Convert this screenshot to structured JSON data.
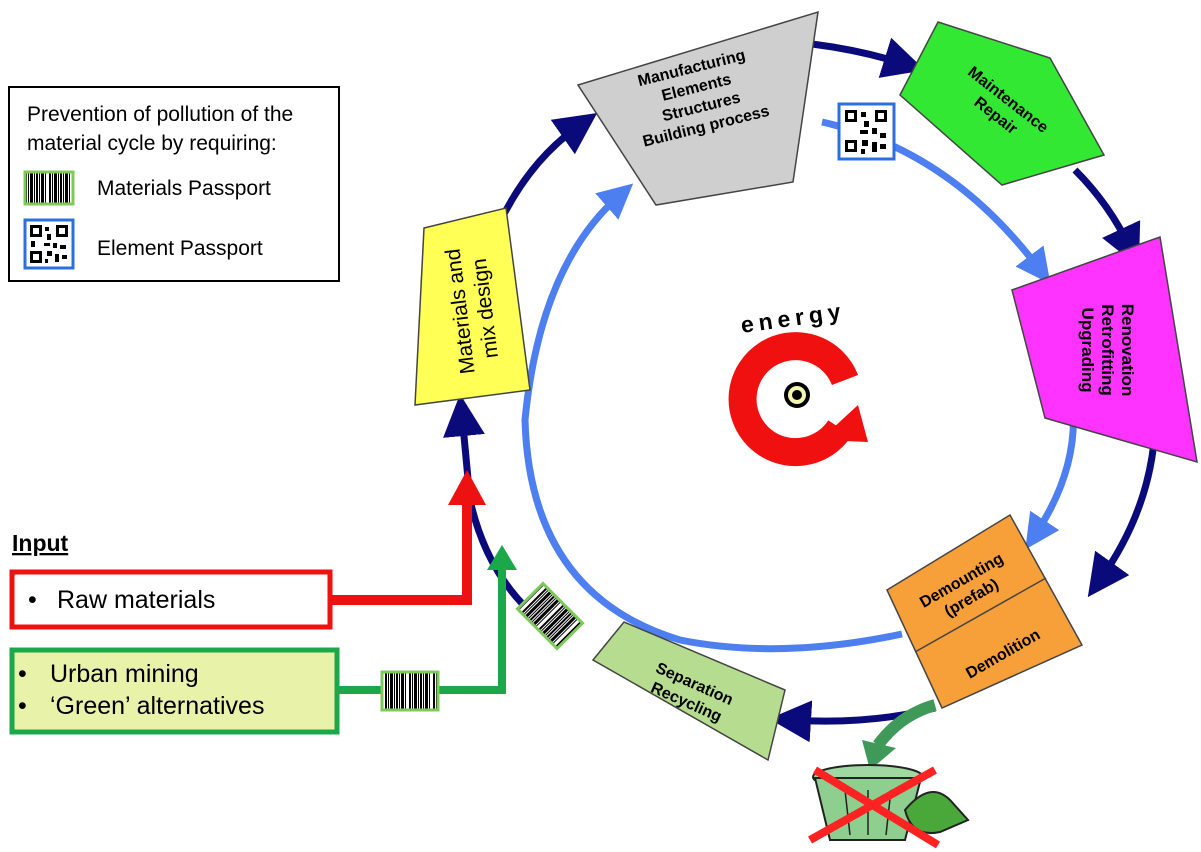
{
  "legend": {
    "title_line1": "Prevention of pollution of the",
    "title_line2": "material cycle by requiring:",
    "materials_passport": "Materials Passport",
    "element_passport": "Element Passport"
  },
  "input": {
    "heading": "Input",
    "raw": "Raw materials",
    "urban_mining": "Urban mining",
    "green_alternatives": "‘Green’ alternatives",
    "bullet": "•"
  },
  "stages": {
    "manufacturing": [
      "Manufacturing",
      "Elements",
      "Structures",
      "Building process"
    ],
    "maintenance": [
      "Maintenance",
      "Repair"
    ],
    "renovation": [
      "Renovation",
      "Retrofitting",
      "Upgrading"
    ],
    "demounting": [
      "Demounting",
      "(prefab)"
    ],
    "demolition": "Demolition",
    "separation": [
      "Separation",
      "Recycling"
    ],
    "materials_mix": [
      "Materials and",
      "mix design"
    ]
  },
  "center": {
    "energy": "energy"
  },
  "colors": {
    "outer_cycle": "#0a0a7a",
    "inner_cycle": "#4d7ff0",
    "raw_input": "#ee1111",
    "green_input": "#1aa84a",
    "manufacturing_fill": "#cfcfcf",
    "maintenance_fill": "#33e833",
    "renovation_fill": "#ff33ff",
    "demolition_fill": "#f7a03a",
    "separation_fill": "#b6dd8f",
    "materials_fill": "#ffff55"
  }
}
